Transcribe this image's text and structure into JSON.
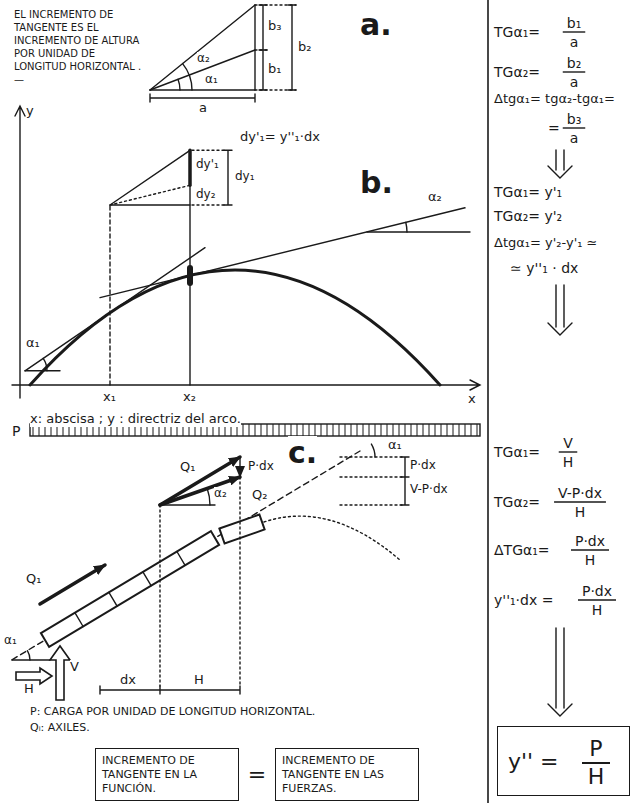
{
  "diagram": {
    "nodes": [
      {
        "text": [
          "INCREMENTO DE TANGENTE EN LA FUNCIÓN."
        ]
      },
      {
        "text": [
          "INCREMENTO DE TANGENTE EN LAS FUERZAS."
        ]
      },
      {
        "text": [
          "y'' =",
          "P",
          "H"
        ]
      }
    ],
    "labels": [
      "EL INCREMENTO DE TANGENTE ES EL INCREMENTO DE ALTURA POR UNIDAD DE LONGITUD HORIZONTAL .—",
      "b₃",
      "b₂",
      "b₁",
      "α₂",
      "α₁",
      "a",
      "a.",
      "TGα₁=",
      "b₁",
      "a",
      "TGα₂=",
      "b₂",
      "a",
      "Δtgα₁= tgα₂-tgα₁=",
      "=",
      "b₃",
      "a",
      "b.",
      "TGα₁= y'₁",
      "TGα₂= y'₂",
      "Δtgα₁= y'₂-y'₁ ≃",
      "≃ y''₁ · dx",
      "y",
      "x",
      "dy'₁= y''₁·dx",
      "dy'₁",
      "dy₂",
      "dy₁",
      "α₂",
      "α₁",
      "x₁",
      "x₂",
      "x: abscisa ; y : directriz del arco.",
      "c.",
      "TGα₁=",
      "V",
      "H",
      "TGα₂=",
      "V-P·dx",
      "H",
      "ΔTGα₁=",
      "P·dx",
      "H",
      "y''₁·dx =",
      "P·dx",
      "H",
      "P",
      "α₁",
      "Q₁",
      "P·dx",
      "α₂",
      "Q₂",
      "P·dx",
      "V-P·dx",
      "Q₁",
      "V",
      "H",
      "α₁",
      "dx",
      "H",
      "P: CARGA POR UNIDAD DE LONGITUD HORIZONTAL.",
      "Qᵢ: AXILES.",
      "="
    ]
  }
}
